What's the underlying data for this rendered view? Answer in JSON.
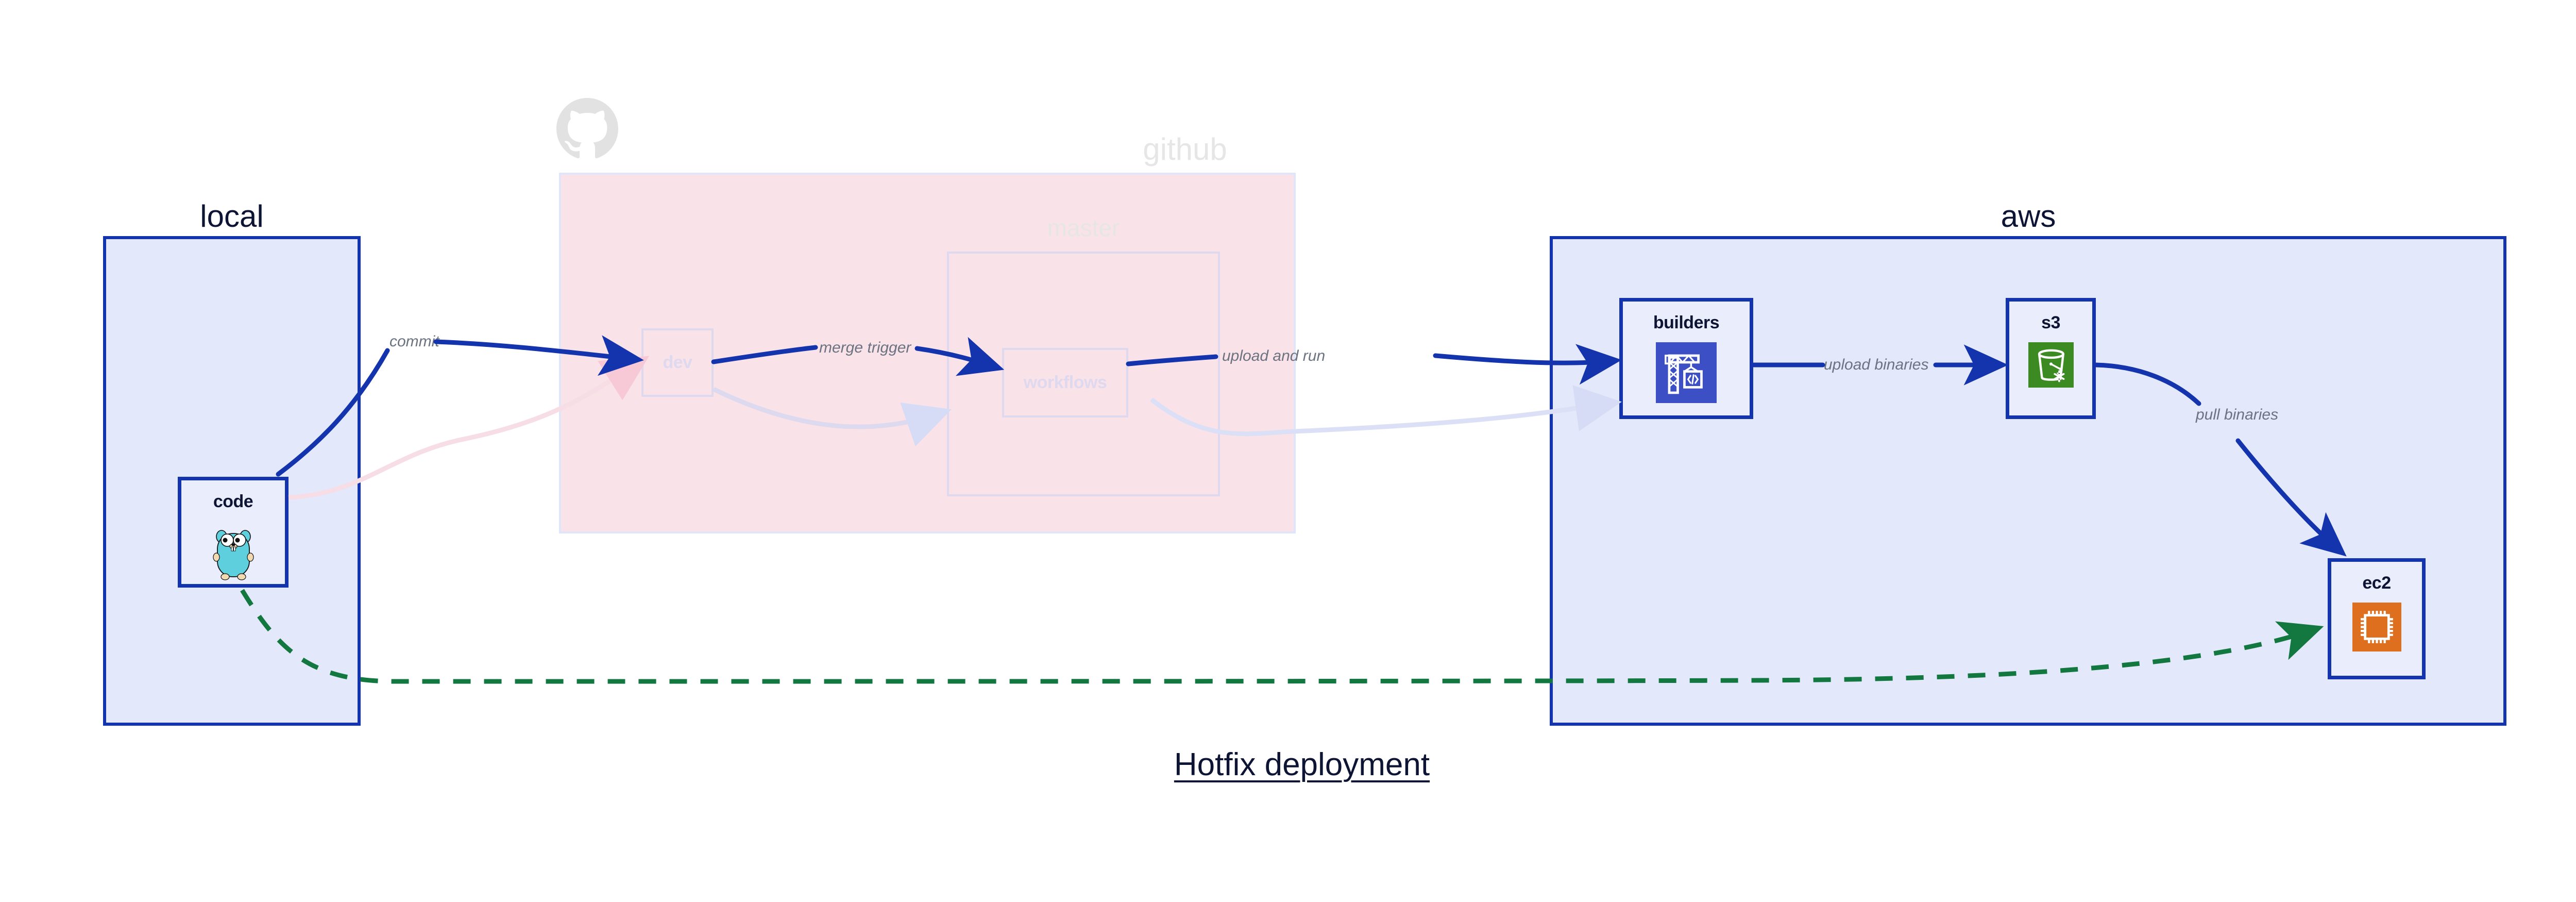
{
  "title": "Hotfix deployment",
  "colors": {
    "node_border": "#1434ad",
    "node_fill": "#eaeefc",
    "cluster_fill_blue": "#e3e8fb",
    "cluster_fill_pink": "#fae2e9",
    "edge_blue": "#1434ad",
    "edge_green": "#13783f",
    "edge_faded_blue": "#d6dcf5",
    "edge_faded_pink": "#f7dde5",
    "label_gray": "#6b7280",
    "faded_text": "#e6e6e6",
    "builders_icon_bg": "#3d4fc4",
    "s3_icon_bg": "#3c8a22",
    "ec2_icon_bg": "#dd6f1e",
    "gopher_body": "#5ed0dd"
  },
  "clusters": [
    {
      "id": "local",
      "label": "local",
      "state": "active"
    },
    {
      "id": "github",
      "label": "github",
      "state": "faded"
    },
    {
      "id": "master",
      "label": "master",
      "state": "faded"
    },
    {
      "id": "aws",
      "label": "aws",
      "state": "active"
    }
  ],
  "nodes": [
    {
      "id": "code",
      "label": "code",
      "icon": "go-gopher-icon",
      "state": "active"
    },
    {
      "id": "dev",
      "label": "dev",
      "icon": "none",
      "state": "faded"
    },
    {
      "id": "workflows",
      "label": "workflows",
      "icon": "none",
      "state": "faded"
    },
    {
      "id": "builders",
      "label": "builders",
      "icon": "aws-codebuild-icon",
      "state": "active"
    },
    {
      "id": "s3",
      "label": "s3",
      "icon": "aws-s3-icon",
      "state": "active"
    },
    {
      "id": "ec2",
      "label": "ec2",
      "icon": "aws-ec2-icon",
      "state": "active"
    }
  ],
  "edges": [
    {
      "id": "commit",
      "label": "commit",
      "from": "code",
      "to": "dev",
      "style": "solid",
      "color": "blue",
      "state": "active"
    },
    {
      "id": "merge-trigger",
      "label": "merge trigger",
      "from": "dev",
      "to": "workflows",
      "style": "solid",
      "color": "blue",
      "state": "active"
    },
    {
      "id": "upload-and-run",
      "label": "upload and run",
      "from": "workflows",
      "to": "builders",
      "style": "solid",
      "color": "blue",
      "state": "active"
    },
    {
      "id": "upload-binaries",
      "label": "upload binaries",
      "from": "builders",
      "to": "s3",
      "style": "solid",
      "color": "blue",
      "state": "active"
    },
    {
      "id": "pull-binaries",
      "label": "pull binaries",
      "from": "s3",
      "to": "ec2",
      "style": "solid",
      "color": "blue",
      "state": "active"
    },
    {
      "id": "hotfix-direct",
      "label": "",
      "from": "code",
      "to": "ec2",
      "style": "dashed",
      "color": "green",
      "state": "active"
    },
    {
      "id": "faded-code-dev",
      "label": "",
      "from": "code",
      "to": "dev",
      "style": "solid",
      "color": "pink",
      "state": "faded"
    },
    {
      "id": "faded-dev-wf",
      "label": "",
      "from": "dev",
      "to": "workflows",
      "style": "solid",
      "color": "faded-blue",
      "state": "faded"
    },
    {
      "id": "faded-wf-build",
      "label": "",
      "from": "workflows",
      "to": "builders",
      "style": "solid",
      "color": "faded-blue",
      "state": "faded"
    }
  ]
}
